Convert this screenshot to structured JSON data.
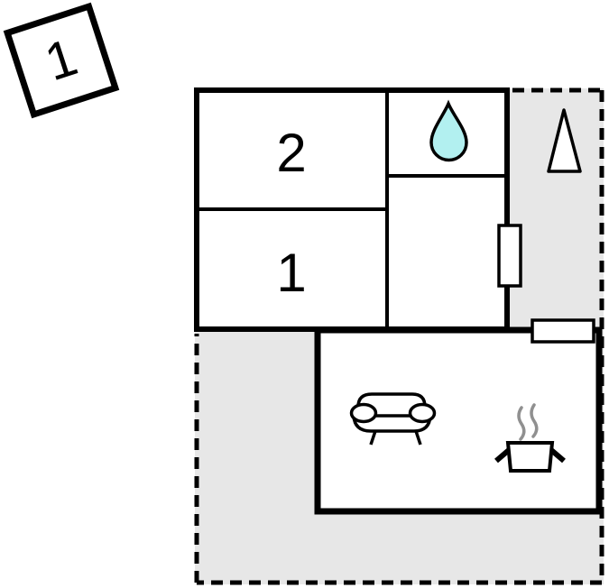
{
  "badge": {
    "label": "1"
  },
  "rooms": {
    "room2": {
      "label": "2"
    },
    "room1": {
      "label": "1"
    }
  },
  "icons": {
    "bathroom": "water-drop-icon",
    "outdoor": "tree-icon",
    "living_area": "sofa-icon",
    "kitchen": "cooking-pot-icon",
    "kitchen_steam": "steam-icon"
  },
  "colors": {
    "wall": "#000000",
    "terrace_fill": "#e7e7e7",
    "room_fill": "#ffffff",
    "water_drop_fill": "#b2f0f0",
    "steam": "#909090"
  }
}
